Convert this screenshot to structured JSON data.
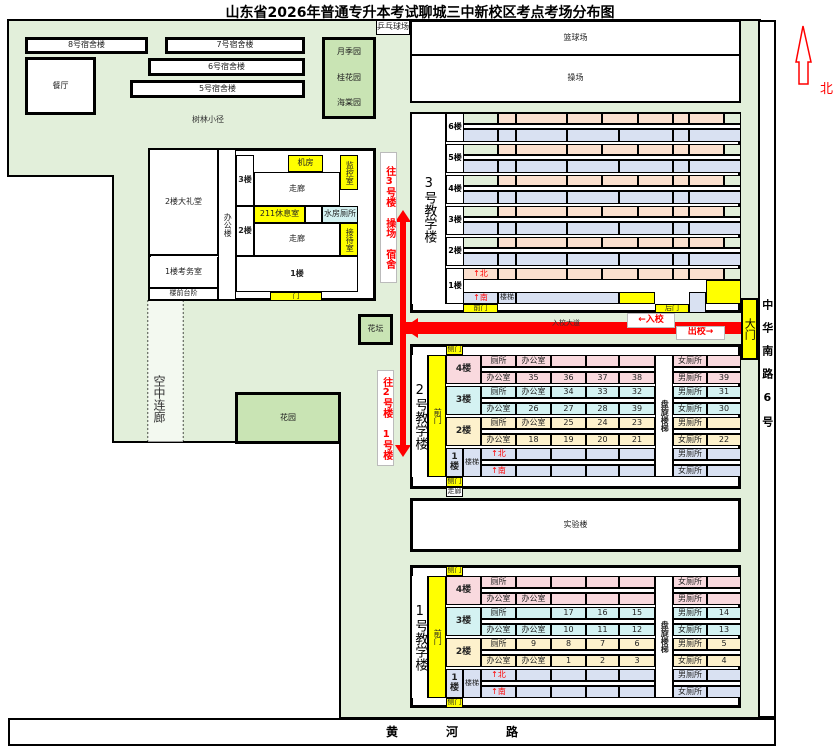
{
  "title": "山东省2026年普通专升本考试聊城三中新校区考点考场分布图",
  "north": "北",
  "roads": {
    "bottom": "黄　　　　河　　　　路",
    "right": "中华南路6号",
    "gate": "大门",
    "avenue": "入校大道"
  },
  "labels": {
    "pingpang": "乒乓球场",
    "basketball": "篮球场",
    "playground": "操场",
    "dorm8": "8号宿舍楼",
    "dorm7": "7号宿舍楼",
    "dorm6": "6号宿舍楼",
    "dorm5": "5号宿舍楼",
    "canteen": "餐厅",
    "rose": "月季园",
    "osmanthus": "桂花园",
    "begonia": "海棠园",
    "woods": "树林小径",
    "flowerbed": "花坛",
    "garden": "花园",
    "skybridge": "空中连廊",
    "lab": "实验楼",
    "to3": "往3号楼 操场 宿舍",
    "to21": "往2号楼 1号楼",
    "enter": "←入校",
    "exit": "出校→"
  },
  "office": {
    "hall": "2楼大礼堂",
    "exam_office": "1楼考务室",
    "steps": "楼前台阶",
    "name": "办公楼",
    "f3": "3楼",
    "f2": "2楼",
    "f1": "1楼",
    "machine": "机房",
    "monitor": "监控室",
    "corridor": "走廊",
    "rest": "211休息室",
    "water": "水房厕所",
    "reception": "接待室",
    "door": "门"
  },
  "building3": {
    "name": "3号教学楼",
    "floors": [
      "6楼",
      "5楼",
      "4楼",
      "3楼",
      "2楼",
      "1楼"
    ],
    "north": "↑北",
    "south": "↑南",
    "stairs": "楼梯",
    "front": "前门",
    "back": "后门"
  },
  "building2": {
    "name": "2号教学楼",
    "front": "前门",
    "side": "侧门",
    "corridor": "走廊",
    "spiral": "盘旋楼梯",
    "stairs": "楼梯",
    "floors": [
      {
        "label": "4楼",
        "top": [
          "厕所",
          "办公室",
          "",
          "",
          ""
        ],
        "bottom": [
          "办公室",
          "35",
          "36",
          "37",
          "38"
        ],
        "rt": [
          "女厕所",
          ""
        ],
        "rb": [
          "男厕所",
          "39"
        ]
      },
      {
        "label": "3楼",
        "top": [
          "厕所",
          "办公室",
          "34",
          "33",
          "32"
        ],
        "bottom": [
          "办公室",
          "26",
          "27",
          "28",
          "39"
        ],
        "rt": [
          "男厕所",
          "31"
        ],
        "rb": [
          "女厕所",
          "30"
        ]
      },
      {
        "label": "2楼",
        "top": [
          "厕所",
          "办公室",
          "25",
          "24",
          "23"
        ],
        "bottom": [
          "办公室",
          "18",
          "19",
          "20",
          "21"
        ],
        "rt": [
          "男厕所",
          ""
        ],
        "rb": [
          "女厕所",
          "22"
        ]
      },
      {
        "label": "1楼",
        "top": [
          "↑北",
          "",
          "",
          "",
          ""
        ],
        "bottom": [
          "↑南",
          "",
          "",
          "",
          ""
        ],
        "rt": [
          "男厕所",
          ""
        ],
        "rb": [
          "女厕所",
          ""
        ]
      }
    ]
  },
  "building1": {
    "name": "1号教学楼",
    "front": "前门",
    "side": "侧门",
    "spiral": "盘旋楼梯",
    "stairs": "楼梯",
    "floors": [
      {
        "label": "4楼",
        "top": [
          "厕所",
          "",
          "",
          "",
          ""
        ],
        "bottom": [
          "办公室",
          "办公室",
          "",
          "",
          ""
        ],
        "rt": [
          "女厕所",
          ""
        ],
        "rb": [
          "男厕所",
          ""
        ]
      },
      {
        "label": "3楼",
        "top": [
          "厕所",
          "",
          "17",
          "16",
          "15"
        ],
        "bottom": [
          "办公室",
          "办公室",
          "10",
          "11",
          "12"
        ],
        "rt": [
          "男厕所",
          "14"
        ],
        "rb": [
          "女厕所",
          "13"
        ]
      },
      {
        "label": "2楼",
        "top": [
          "厕所",
          "9",
          "8",
          "7",
          "6"
        ],
        "bottom": [
          "办公室",
          "办公室",
          "1",
          "2",
          "3"
        ],
        "rt": [
          "男厕所",
          "5"
        ],
        "rb": [
          "女厕所",
          "4"
        ]
      },
      {
        "label": "1楼",
        "top": [
          "↑北",
          "",
          "",
          "",
          ""
        ],
        "bottom": [
          "↑南",
          "",
          "",
          "",
          ""
        ],
        "rt": [
          "男厕所",
          ""
        ],
        "rb": [
          "女厕所",
          ""
        ]
      }
    ]
  },
  "colors": {
    "green": "#e2efda",
    "f4": "#f9d9de",
    "f3": "#d4f2f2",
    "f2": "#fdf1cc",
    "f1": "#d9e1f2",
    "peach": "#fbe0cf",
    "arrow": "#ff0000"
  }
}
